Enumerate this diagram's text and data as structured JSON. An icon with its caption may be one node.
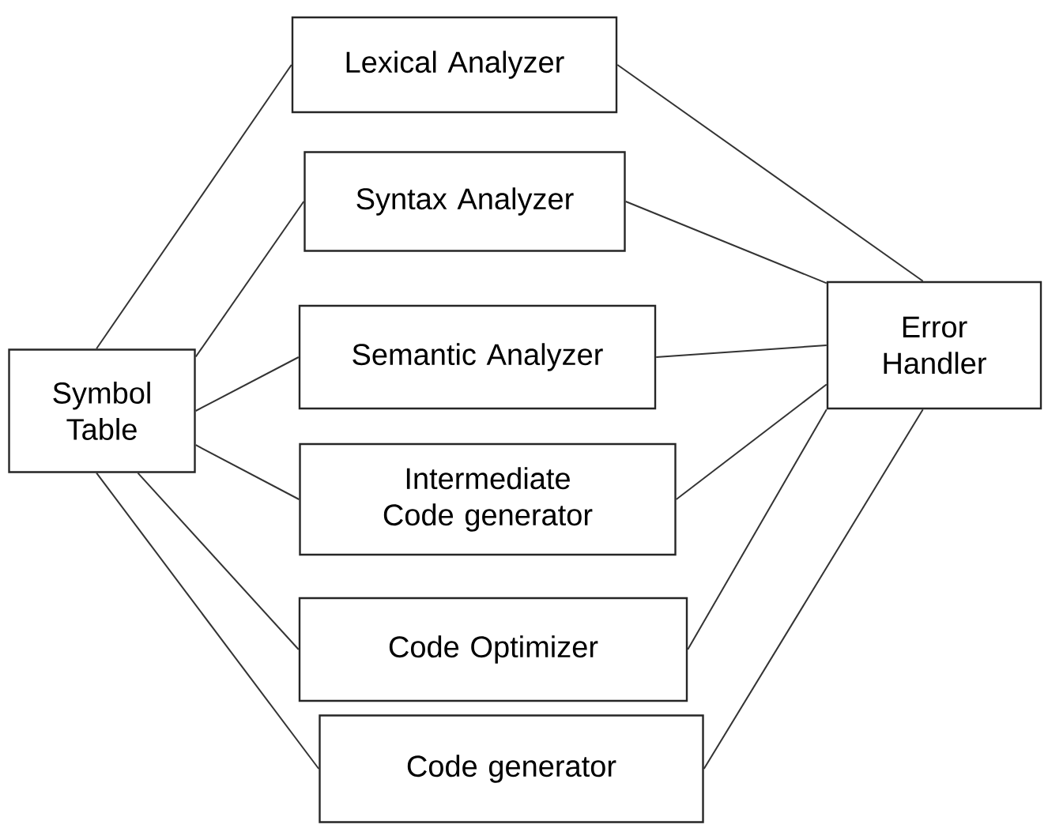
{
  "diagram": {
    "nodes": [
      {
        "text": [
          "Lexical Analyzer"
        ]
      },
      {
        "text": [
          "Syntax Analyzer"
        ]
      },
      {
        "text": [
          "Semantic Analyzer"
        ]
      },
      {
        "text": [
          "Intermediate Code generator"
        ]
      },
      {
        "text": [
          "Code Optimizer"
        ]
      },
      {
        "text": [
          "Code generator"
        ]
      },
      {
        "text": [
          "Symbol Table"
        ]
      },
      {
        "text": [
          "Error Handler"
        ]
      }
    ],
    "edges": [
      {
        "from": 6,
        "to": 0,
        "arrow": "none"
      },
      {
        "from": 6,
        "to": 1,
        "arrow": "none"
      },
      {
        "from": 6,
        "to": 2,
        "arrow": "none"
      },
      {
        "from": 6,
        "to": 3,
        "arrow": "none"
      },
      {
        "from": 6,
        "to": 4,
        "arrow": "none"
      },
      {
        "from": 6,
        "to": 5,
        "arrow": "none"
      },
      {
        "from": 0,
        "to": 7,
        "arrow": "none"
      },
      {
        "from": 1,
        "to": 7,
        "arrow": "none"
      },
      {
        "from": 2,
        "to": 7,
        "arrow": "none"
      },
      {
        "from": 3,
        "to": 7,
        "arrow": "none"
      },
      {
        "from": 4,
        "to": 7,
        "arrow": "none"
      },
      {
        "from": 5,
        "to": 7,
        "arrow": "none"
      }
    ]
  }
}
